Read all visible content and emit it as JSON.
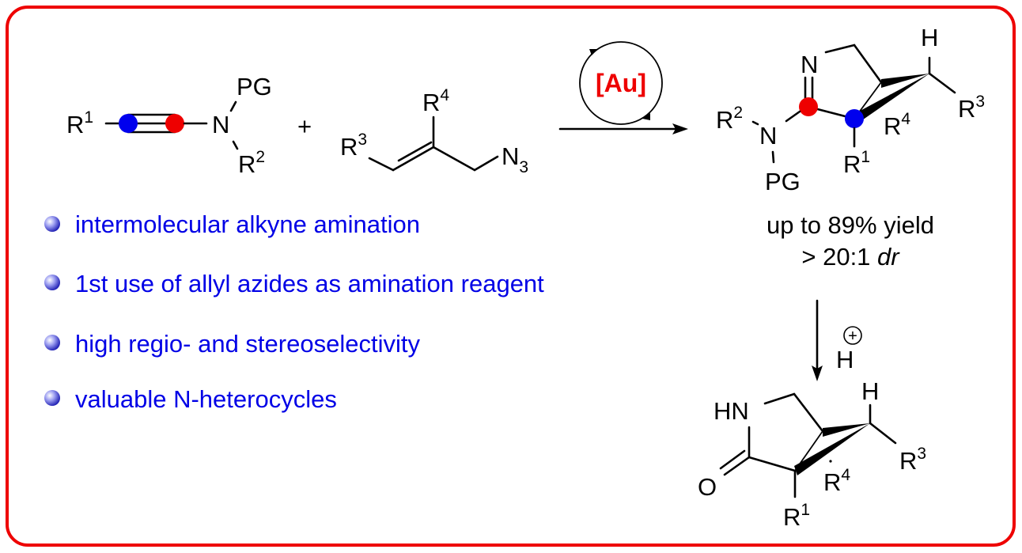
{
  "reagent_alkyne": {
    "r1": {
      "main": "R",
      "sup": "1"
    },
    "n": "N",
    "pg": "PG",
    "r2": {
      "main": "R",
      "sup": "2"
    }
  },
  "plus": "+",
  "reagent_azide": {
    "r3": {
      "main": "R",
      "sup": "3"
    },
    "r4": {
      "main": "R",
      "sup": "4"
    },
    "n3": {
      "main": "N",
      "sub": "3"
    }
  },
  "catalyst": "[Au]",
  "product": {
    "n": "N",
    "h": "H",
    "r1": {
      "main": "R",
      "sup": "1"
    },
    "r2": {
      "main": "R",
      "sup": "2"
    },
    "r3": {
      "main": "R",
      "sup": "3"
    },
    "r4": {
      "main": "R",
      "sup": "4"
    },
    "amine_n": "N",
    "pg": "PG",
    "yield": "up to 89% yield",
    "dr_prefix": "> 20:1 ",
    "dr_italic": "dr"
  },
  "acid_step": {
    "h": "H",
    "charge": "+"
  },
  "lactam": {
    "hn": "HN",
    "o": "O",
    "h": "H",
    "r1": {
      "main": "R",
      "sup": "1"
    },
    "r3": {
      "main": "R",
      "sup": "3"
    },
    "r4": {
      "main": "R",
      "sup": "4"
    }
  },
  "highlights": [
    "intermolecular alkyne amination",
    "1st use of allyl azides as amination reagent",
    "high regio- and stereoselectivity",
    "valuable N-heterocycles"
  ],
  "colors": {
    "border": "#ee0000",
    "bullet_text": "#0000e6",
    "carbon_blue": "#0000ee",
    "carbon_red": "#ee0000"
  }
}
